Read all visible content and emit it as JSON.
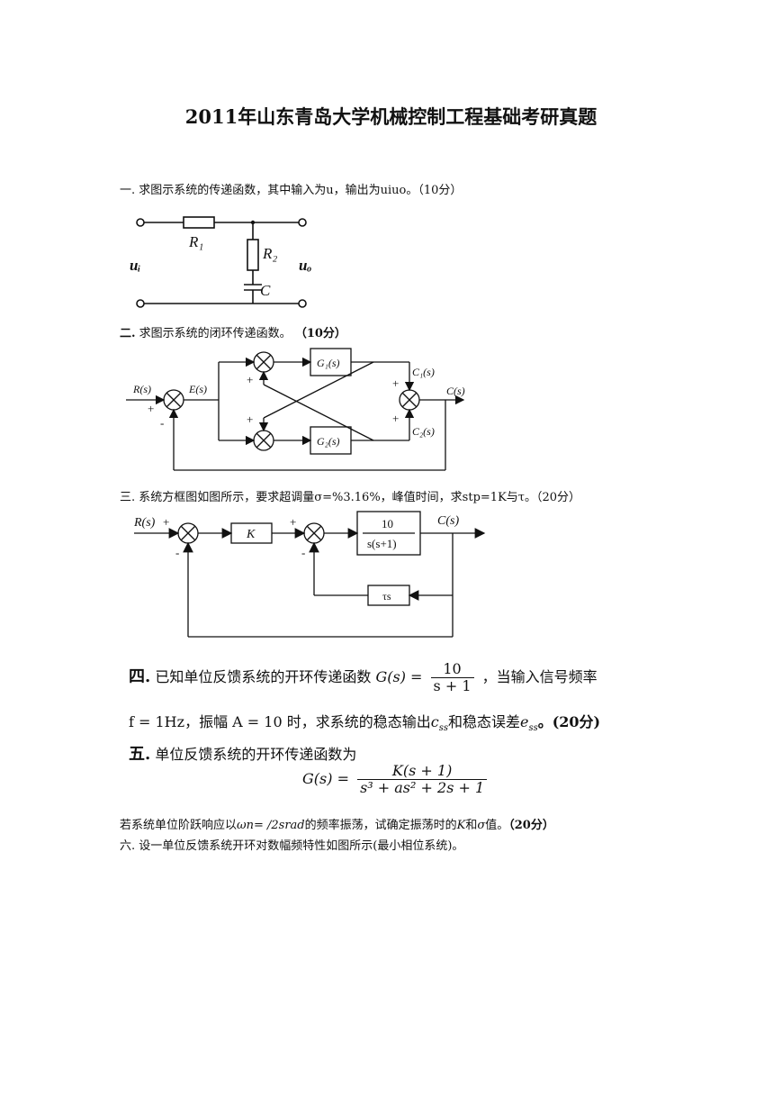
{
  "title": "2011年山东青岛大学机械控制工程基础考研真题",
  "q1": {
    "text": "一. 求图示系统的传递函数，其中输入为u，输出为uiuo。（10分）",
    "labels": {
      "r1": "R₁",
      "r2": "R₂",
      "c": "C",
      "ui": "uᵢ",
      "uo": "uₒ"
    }
  },
  "q2": {
    "num": "二.",
    "text": "求图示系统的闭环传递函数。",
    "score": "（10分）",
    "labels": {
      "r": "R(s)",
      "e": "E(s)",
      "g1": "G₁(s)",
      "g2": "G₂(s)",
      "c1": "C₁(s)",
      "c2": "C₂(s)",
      "c": "C(s)",
      "plus": "+",
      "minus": "-"
    }
  },
  "q3": {
    "text": "三. 系统方框图如图所示，要求超调量σ=%3.16%，峰值时间，求stp=1K与τ。（20分）",
    "labels": {
      "r": "R(s)",
      "k": "K",
      "num": "10",
      "den": "s(s+1)",
      "c": "C(s)",
      "tau": "τs",
      "plus": "+",
      "minus": "-"
    }
  },
  "q4": {
    "num": "四.",
    "t1": "已知单位反馈系统的开环传递函数",
    "g": "G(s) =",
    "frac_num": "10",
    "frac_den": "s + 1",
    "t2": "，当输入信号频率",
    "f": "f = 1Hz，振幅 A = 10 时，求系统的稳态输出",
    "css": "c",
    "css_sub": "ss",
    "mid": "和稳态误差",
    "ess": "e",
    "ess_sub": "ss",
    "score": "。(20分)"
  },
  "q5": {
    "num": "五.",
    "t1": "单位反馈系统的开环传递函数为",
    "g": "G(s) =",
    "frac_num": "K(s + 1)",
    "frac_den": "s³ + as² + 2s + 1",
    "t2_a": "若系统单位阶跃响应以",
    "t2_b": "ωn= /2srad",
    "t2_c": "的频率振荡，试确定振荡时的",
    "t2_d": "K",
    "t2_e": "和",
    "t2_f": "σ",
    "t2_g": "值。",
    "score": "（20分）"
  },
  "q6": {
    "text": "六. 设一单位反馈系统开环对数幅频特性如图所示(最小相位系统)。"
  }
}
